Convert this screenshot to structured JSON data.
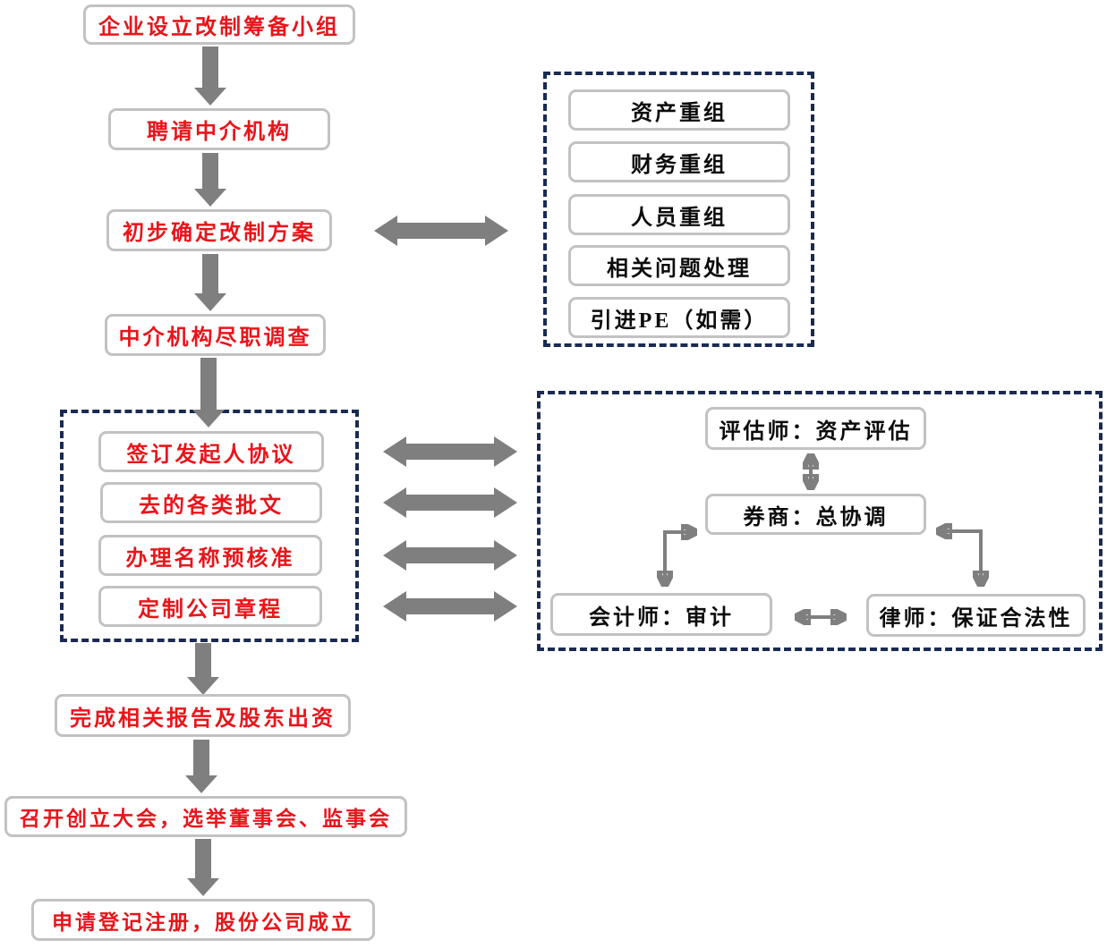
{
  "flow": {
    "steps": [
      {
        "label": "企业设立改制筹备小组"
      },
      {
        "label": "聘请中介机构"
      },
      {
        "label": "初步确定改制方案"
      },
      {
        "label": "中介机构尽职调查"
      },
      {
        "label": "完成相关报告及股东出资"
      },
      {
        "label": "召开创立大会，选举董事会、监事会"
      },
      {
        "label": "申请登记注册，股份公司成立"
      }
    ]
  },
  "preparation_tasks": {
    "items": [
      {
        "label": "签订发起人协议"
      },
      {
        "label": "去的各类批文"
      },
      {
        "label": "办理名称预核准"
      },
      {
        "label": "定制公司章程"
      }
    ]
  },
  "restructuring_tasks": {
    "items": [
      {
        "label": "资产重组"
      },
      {
        "label": "财务重组"
      },
      {
        "label": "人员重组"
      },
      {
        "label": "相关问题处理"
      },
      {
        "label": "引进PE（如需）"
      }
    ]
  },
  "intermediaries": {
    "appraiser": {
      "label": "评估师：资产评估"
    },
    "broker": {
      "label": "券商：总协调"
    },
    "accountant": {
      "label": "会计师：审计"
    },
    "lawyer": {
      "label": "律师：保证合法性"
    }
  },
  "colors": {
    "step_text": "#e8151a",
    "task_text": "#0c0c0c",
    "arrow": "#7f7f7f",
    "box_border": "#c2c2c2",
    "dashed_border": "#1a2b52",
    "background": "#ffffff"
  }
}
